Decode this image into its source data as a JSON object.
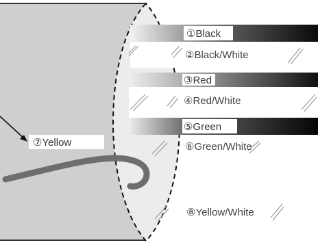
{
  "diagram": {
    "wires": [
      {
        "number": "①",
        "name": "Black",
        "label": "①Black"
      },
      {
        "number": "②",
        "name": "Black/White",
        "label": "②Black/White"
      },
      {
        "number": "③",
        "name": "Red",
        "label": "③Red"
      },
      {
        "number": "④",
        "name": "Red/White",
        "label": "④Red/White"
      },
      {
        "number": "⑤",
        "name": "Green",
        "label": "⑤Green"
      },
      {
        "number": "⑥",
        "name": "Green/White",
        "label": "⑥Green/White"
      },
      {
        "number": "⑦",
        "name": "Yellow",
        "label": "⑦Yellow"
      },
      {
        "number": "⑧",
        "name": "Yellow/White",
        "label": "⑧Yellow/White"
      }
    ]
  }
}
